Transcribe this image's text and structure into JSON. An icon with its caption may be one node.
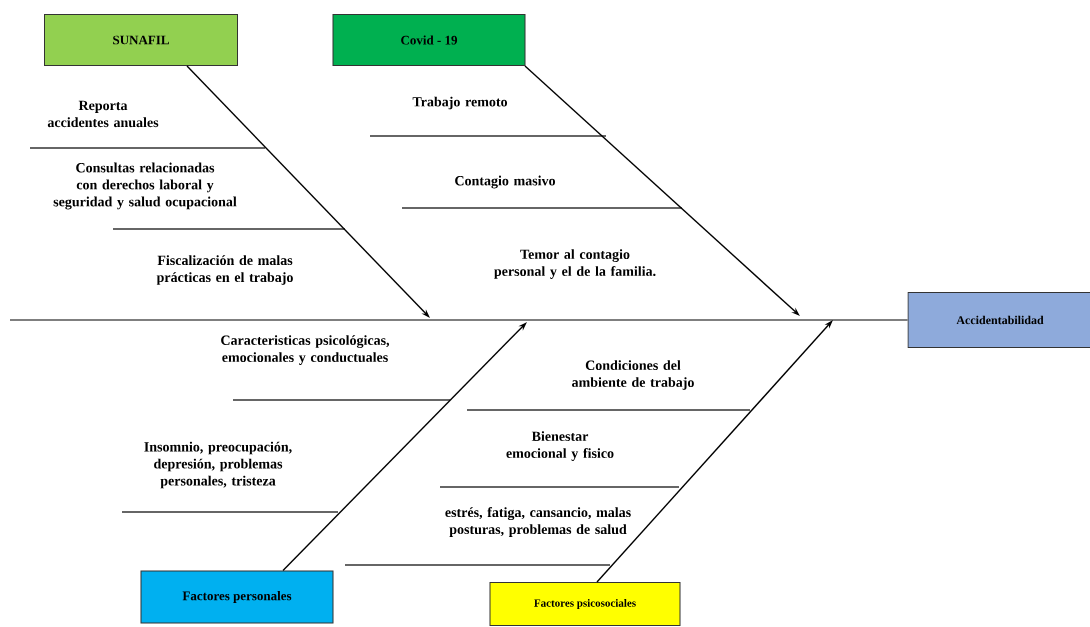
{
  "diagram": {
    "nodes": [
      {
        "text": [
          "SUNAFIL"
        ]
      },
      {
        "text": [
          "Covid - 19"
        ]
      },
      {
        "text": [
          "Factores personales"
        ]
      },
      {
        "text": [
          "Factores psicosociales"
        ]
      },
      {
        "text": [
          "Accidentabilidad"
        ]
      }
    ],
    "edges": [
      {
        "from": 0,
        "to": null,
        "arrow": "to"
      },
      {
        "from": 1,
        "to": null,
        "arrow": "to"
      },
      {
        "from": 2,
        "to": null,
        "arrow": "to"
      },
      {
        "from": 3,
        "to": null,
        "arrow": "to"
      },
      {
        "from": null,
        "to": 4,
        "arrow": "none"
      }
    ],
    "labels": [
      "Reporta accidentes anuales",
      "Trabajo remoto",
      "Consultas relacionadas con derechos laboral y seguridad y salud ocupacional",
      "Contagio masivo",
      "Fiscalización de malas prácticas en el trabajo",
      "Temor al contagio personal y el de la familia.",
      "Caracteristicas psicológicas, emocionales y conductuales",
      "Condiciones del ambiente de trabajo",
      "Bienestar emocional y fisico",
      "Insomnio, preocupación, depresión, problemas personales, tristeza",
      "estrés, fatiga, cansancio, malas posturas, problemas de salud"
    ]
  }
}
